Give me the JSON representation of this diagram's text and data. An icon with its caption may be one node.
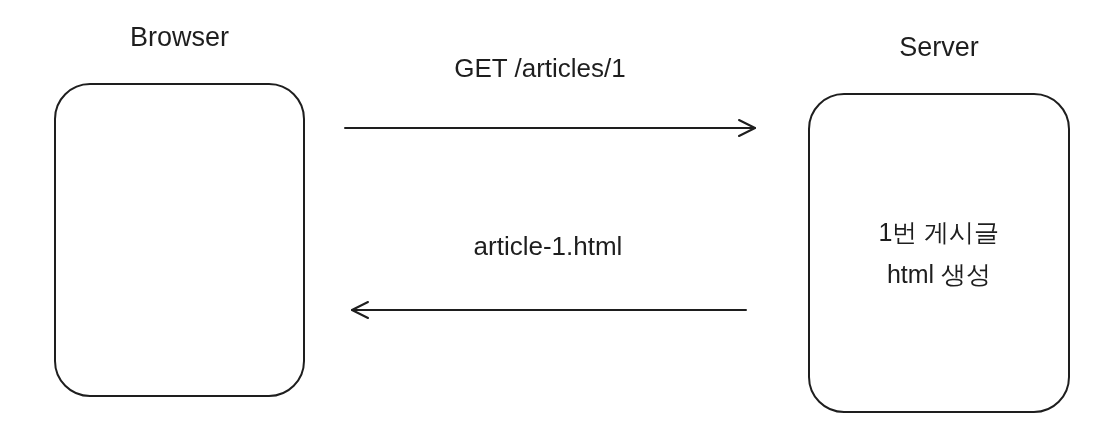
{
  "diagram": {
    "nodes": [
      {
        "text": [
          "Browser"
        ]
      },
      {
        "text": [
          "Server",
          "1번 게시글 html 생성"
        ]
      }
    ],
    "edges": [
      {
        "from": 0,
        "to": 1,
        "arrow": "to",
        "label": "GET /articles/1"
      },
      {
        "from": 1,
        "to": 0,
        "arrow": "to",
        "label": "article-1.html"
      }
    ]
  }
}
